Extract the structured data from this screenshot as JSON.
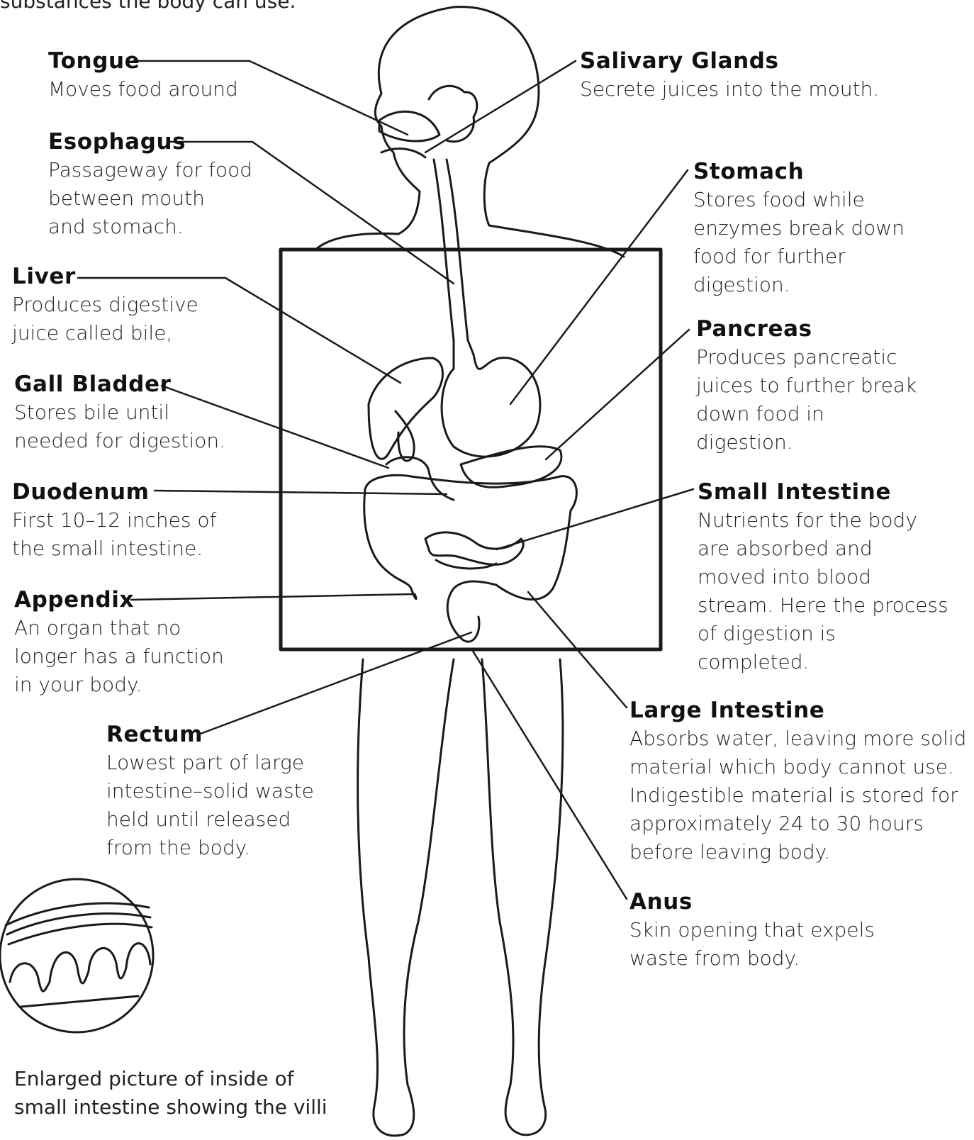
{
  "top_note": "substances the body can use.",
  "labels": {
    "tongue": {
      "title": "Tongue",
      "desc": [
        "Moves food around"
      ]
    },
    "esophagus": {
      "title": "Esophagus",
      "desc": [
        "Passageway for food",
        "between mouth",
        "and stomach."
      ]
    },
    "liver": {
      "title": "Liver",
      "desc": [
        "Produces digestive",
        "juice called bile,"
      ]
    },
    "gall_bladder": {
      "title": "Gall Bladder",
      "desc": [
        "Stores bile until",
        "needed for digestion."
      ]
    },
    "duodenum": {
      "title": "Duodenum",
      "desc": [
        "First 10–12 inches of",
        "the small intestine."
      ]
    },
    "appendix": {
      "title": "Appendix",
      "desc": [
        "An organ that no",
        "longer has a function",
        "in your body."
      ]
    },
    "rectum": {
      "title": "Rectum",
      "desc": [
        "Lowest part of large",
        "intestine–solid waste",
        "held until released",
        "from the body."
      ]
    },
    "salivary_glands": {
      "title": "Salivary Glands",
      "desc": [
        "Secrete juices into the mouth."
      ]
    },
    "stomach": {
      "title": "Stomach",
      "desc": [
        "Stores food while",
        "enzymes break down",
        "food for further",
        "digestion."
      ]
    },
    "pancreas": {
      "title": "Pancreas",
      "desc": [
        "Produces pancreatic",
        "juices to further break",
        "down food in",
        "digestion."
      ]
    },
    "small_intestine": {
      "title": "Small Intestine",
      "desc": [
        "Nutrients for the body",
        "are absorbed and",
        "moved into blood",
        "stream. Here the process",
        "of digestion is",
        "completed."
      ]
    },
    "large_intestine": {
      "title": "Large Intestine",
      "desc": [
        "Absorbs water, leaving more solid",
        "material which body cannot use.",
        "Indigestible material is stored for",
        "approximately 24 to 30 hours",
        "before leaving body."
      ]
    },
    "anus": {
      "title": "Anus",
      "desc": [
        "Skin opening that expels",
        "waste from body."
      ]
    }
  },
  "villi_caption": [
    "Enlarged picture of inside of",
    "small intestine showing the villi"
  ]
}
